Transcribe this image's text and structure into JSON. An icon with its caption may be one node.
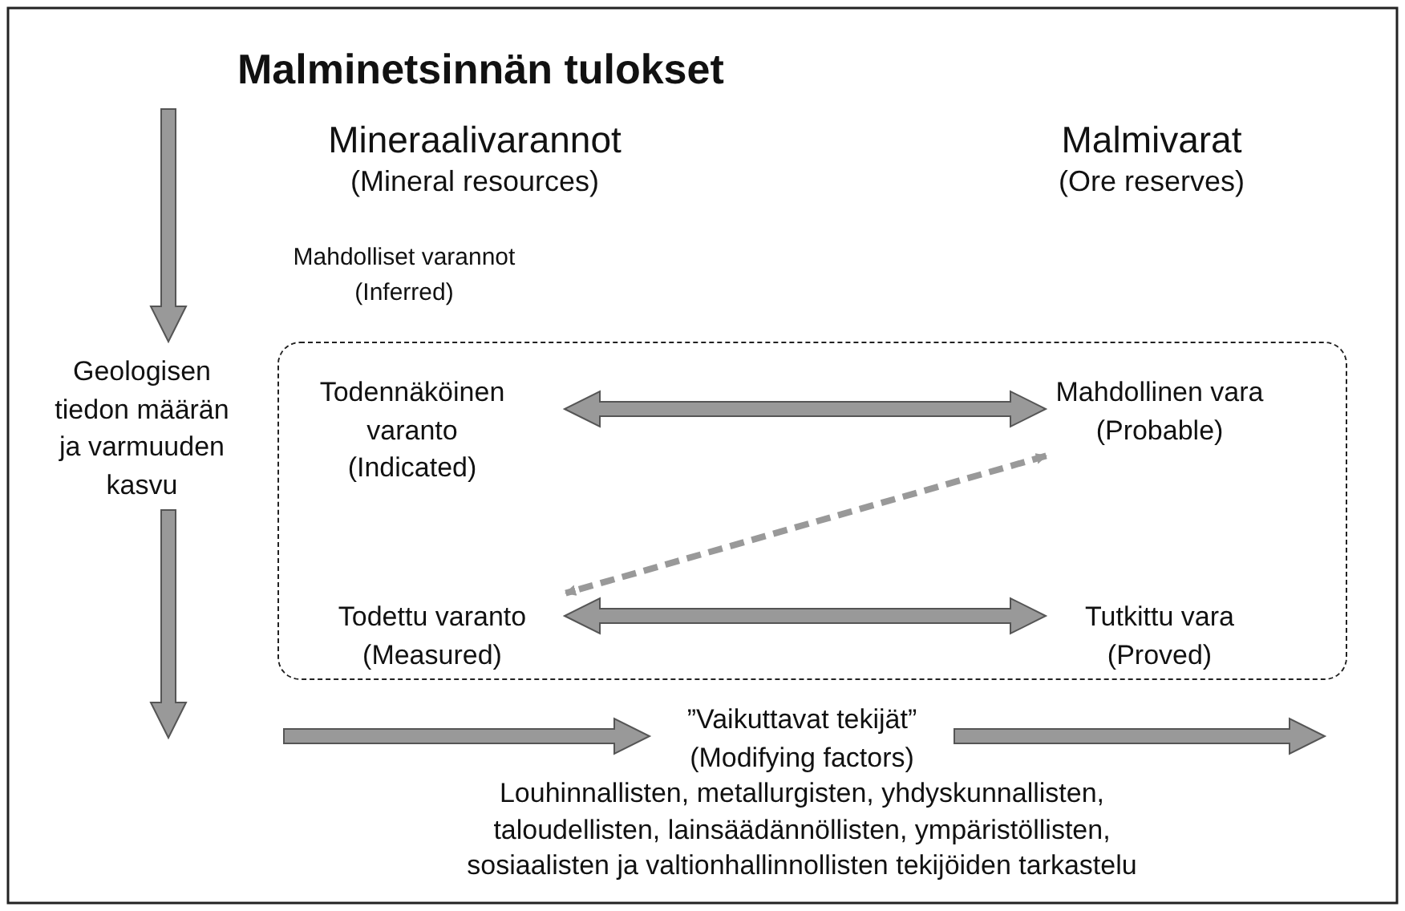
{
  "diagram": {
    "title": "Malminetsinnän tulokset",
    "nodes": [
      {
        "text": [],
        "shape": "box"
      },
      {
        "text": [
          "Todennäköinen varanto (Indicated)"
        ],
        "in": 0
      },
      {
        "text": [
          "Mahdollinen vara (Probable)"
        ],
        "in": 0
      },
      {
        "text": [
          "Todettu varanto (Measured)"
        ],
        "in": 0
      },
      {
        "text": [
          "Tutkittu vara (Proved)"
        ],
        "in": 0
      },
      {
        "text": [
          "Geologisen tiedon määrän ja varmuuden kasvu"
        ]
      },
      {
        "text": [
          "”Vaikuttavat tekijät” (Modifying factors)"
        ]
      }
    ],
    "edges": [
      {
        "from": 1,
        "to": 2,
        "arrow": "both"
      },
      {
        "from": 3,
        "to": 4,
        "arrow": "both"
      },
      {
        "from": 2,
        "to": 3,
        "arrow": "both",
        "style": "dashed"
      },
      {
        "from": null,
        "to": 5,
        "arrow": "to"
      },
      {
        "from": 5,
        "to": null,
        "arrow": "to"
      },
      {
        "from": null,
        "to": 6,
        "arrow": "to"
      },
      {
        "from": 6,
        "to": null,
        "arrow": "to"
      }
    ],
    "labels": [
      "Mineraalivarannot",
      "Malmivarat",
      "(Mineral resources)",
      "(Ore reserves)",
      "Mahdolliset varannot (Inferred)",
      "Louhinnallisten, metallurgisten, yhdyskunnallisten, taloudellisten, lainsäädännöllisten, ympäristöllisten, sosiaalisten ja valtionhallinnollisten tekijöiden tarkastelu"
    ]
  }
}
